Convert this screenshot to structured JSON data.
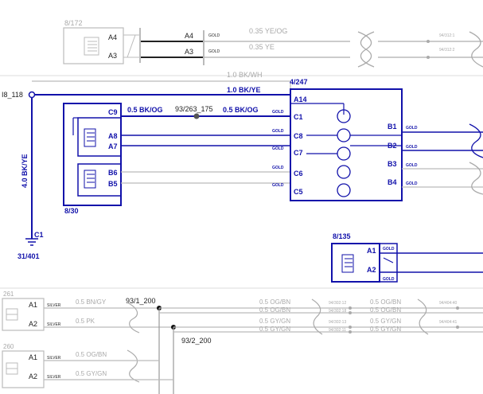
{
  "colors": {
    "active": "#1111aa",
    "inactive": "#a9a9a9",
    "black": "#222222"
  },
  "top_connector": {
    "id": "8/172",
    "pins": [
      "A4",
      "A3"
    ],
    "wire_pins": [
      "A4",
      "A3"
    ],
    "gold": [
      "GOLD",
      "GOLD"
    ],
    "wires": [
      "0.35 YE/OG",
      "0.35 YE"
    ],
    "right_refs": [
      "94/312:1",
      "94/312:2"
    ]
  },
  "ground_point": {
    "id": "I8_118",
    "wire": "4.0 BK/YE",
    "pin": "C1",
    "ref": "31/401"
  },
  "bkwh_wire": "1.0 BK/WH",
  "bkye_wire": "1.0 BK/YE",
  "module": {
    "id": "4/247",
    "left_pins": [
      "A14",
      "C1",
      "C8",
      "C7",
      "C6",
      "C5"
    ],
    "right_pins": [
      "B1",
      "B2",
      "B3",
      "B4"
    ],
    "gold": "GOLD"
  },
  "splice": {
    "id": "93/263_175",
    "wire_left": "0.5 BK/OG",
    "wire_right": "0.5 BK/OG"
  },
  "left_connector": {
    "id": "8/30",
    "pins": [
      "C9",
      "A8",
      "A7",
      "B6",
      "B5"
    ]
  },
  "connector_135": {
    "id": "8/135",
    "pins": [
      "A1",
      "A2"
    ],
    "gold": "GOLD"
  },
  "bottom": {
    "conn1_id": "261",
    "conn1_pins": [
      "A1",
      "A2"
    ],
    "conn1_silver": [
      "SILVER",
      "SILVER"
    ],
    "conn1_wires": [
      "0.5 BN/GY",
      "0.5 PK"
    ],
    "conn2_id": "260",
    "conn2_pins": [
      "A1",
      "A2"
    ],
    "conn2_silver": [
      "SILVER",
      "SILVER"
    ],
    "conn2_wires": [
      "0.5 OG/BN",
      "0.5 GY/GN"
    ],
    "splice1": "93/1_200",
    "splice2": "93/2_200",
    "mid_wires_a": [
      "0.5 OG/BN",
      "0.5 OG/BN"
    ],
    "mid_wires_b": [
      "0.5 GY/GN",
      "0.5 GY/GN"
    ],
    "mid_refs_a": [
      "94/302:12",
      "94/302:18"
    ],
    "mid_refs_b": [
      "94/302:13",
      "94/302:11"
    ],
    "right_wires_a": [
      "0.5 OG/BN",
      "0.5 OG/BN"
    ],
    "right_wires_b": [
      "0.5 GY/GN",
      "0.5 GY/GN"
    ],
    "right_refs": [
      "94/404:40",
      "94/404:41"
    ]
  }
}
